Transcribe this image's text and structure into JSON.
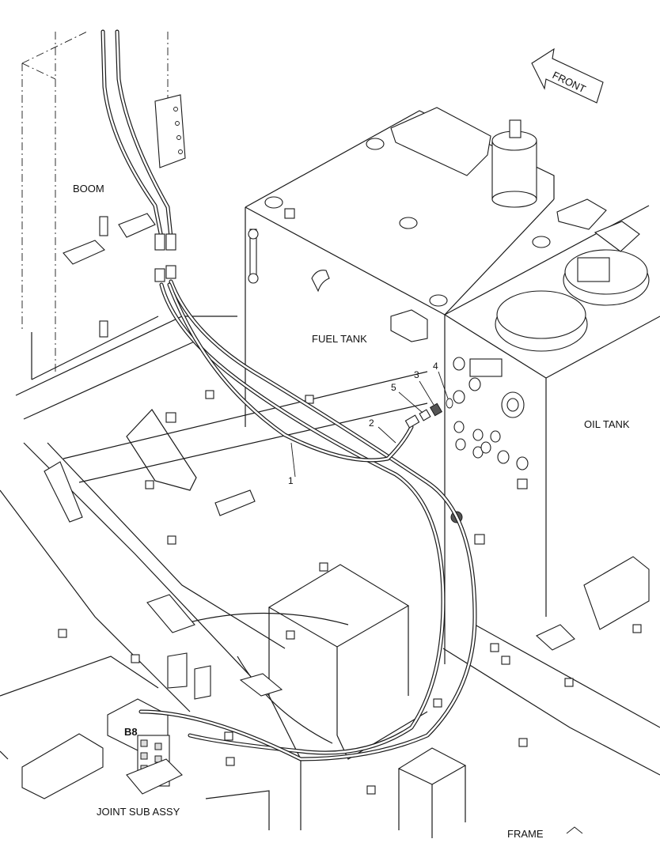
{
  "labels": {
    "front": "FRONT",
    "boom": "BOOM",
    "fuel_tank": "FUEL TANK",
    "oil_tank": "OIL TANK",
    "joint_sub_assy": "JOINT SUB ASSY",
    "frame": "FRAME",
    "port": "B8"
  },
  "callouts": {
    "c1": "1",
    "c2": "2",
    "c3": "3",
    "c4": "4",
    "c5": "5"
  }
}
